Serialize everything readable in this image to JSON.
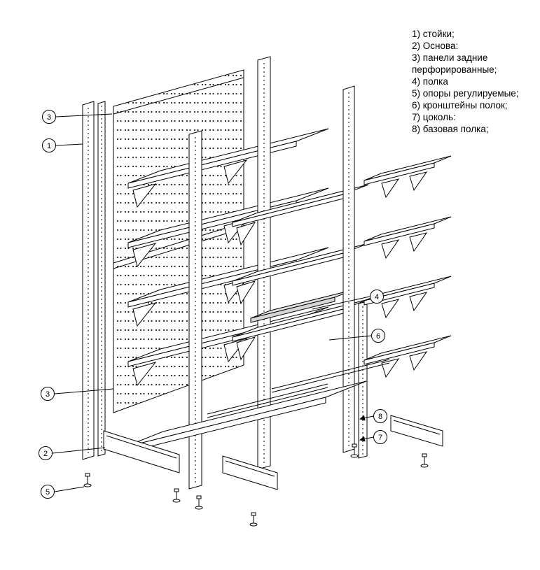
{
  "legend": {
    "lines": [
      "1) стойки;",
      "2) Основа:",
      "3) панели задние",
      "перфорированные;",
      "4) полка",
      "5) опоры регулируемые;",
      "6) кронштейны полок;",
      "7) цоколь:",
      "8) базовая полка;"
    ]
  },
  "callouts": [
    {
      "label": "3"
    },
    {
      "label": "1"
    },
    {
      "label": "3"
    },
    {
      "label": "2"
    },
    {
      "label": "5"
    },
    {
      "label": "4"
    },
    {
      "label": "6"
    },
    {
      "label": "8"
    },
    {
      "label": "7"
    }
  ],
  "colors": {
    "line": "#000000",
    "background": "#ffffff",
    "shaded_shelf": "#e3e3e3"
  }
}
